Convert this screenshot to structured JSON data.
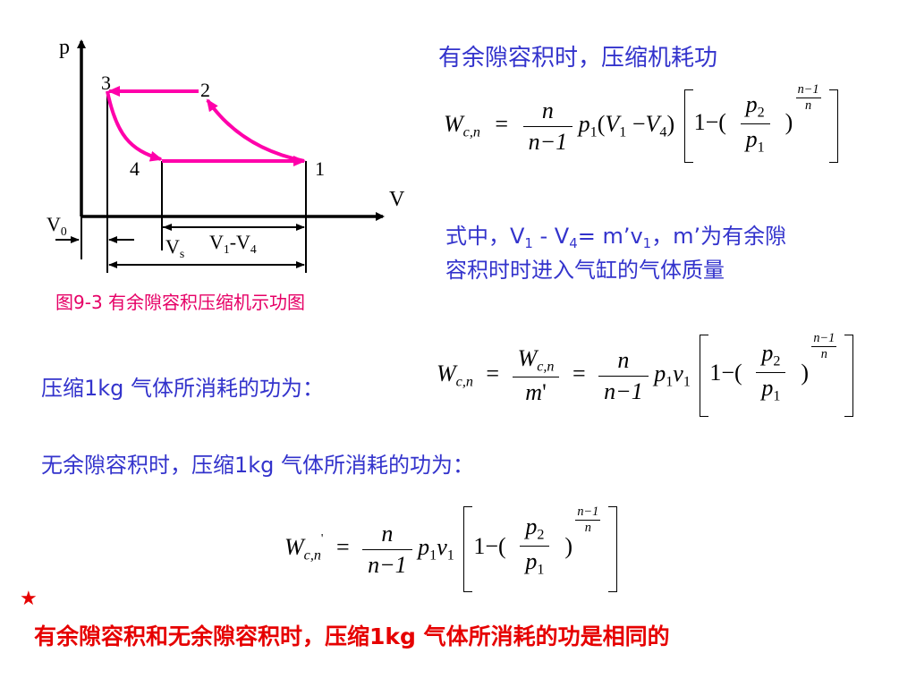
{
  "diagram": {
    "axis_p": "p",
    "axis_v": "V",
    "points": [
      "1",
      "2",
      "3",
      "4"
    ],
    "label_v0": "V",
    "label_v0_sub": "0",
    "label_vs": "V",
    "label_vs_sub": "s",
    "label_v1v4": {
      "a": "V",
      "a_sub": "1",
      "dash": "-V",
      "b_sub": "4"
    },
    "caption": "图9-3 有余隙容积压缩机示功图"
  },
  "text": {
    "heading1": "有余隙容积时，压缩机耗功",
    "explain_line1_a": "式中，V",
    "explain_line1_sub1": "1",
    "explain_line1_b": " - V",
    "explain_line1_sub2": "4",
    "explain_line1_c": "= m’v",
    "explain_line1_sub3": "1",
    "explain_line1_d": "，m’为有余隙",
    "explain_line2": "容积时时进入气缸的气体质量",
    "per_kg_label": "压缩1kg 气体所消耗的功为：",
    "no_clearance_label": "无余隙容积时，压缩1kg 气体所消耗的功为：",
    "conclusion": "有余隙容积和无余隙容积时，压缩1kg 气体所消耗的功是相同的"
  },
  "formulas": {
    "W": "W",
    "sub_cn": "c,n",
    "eq": "=",
    "n": "n",
    "n_minus_1": "n−1",
    "p": "p",
    "v": "v",
    "V": "V",
    "sub1": "1",
    "sub2": "2",
    "sub4": "4",
    "m_prime": "m",
    "prime": "'",
    "one_minus": "1−(",
    "close_paren": ")",
    "lparen": "(",
    "minus": " −",
    "rparen": ")",
    "exp_num": "n−1",
    "exp_den": "n"
  },
  "colors": {
    "arrow_magenta": "#ff00aa",
    "blue_text": "#3333cc",
    "red_text": "#e60000",
    "star": "#e60000"
  }
}
